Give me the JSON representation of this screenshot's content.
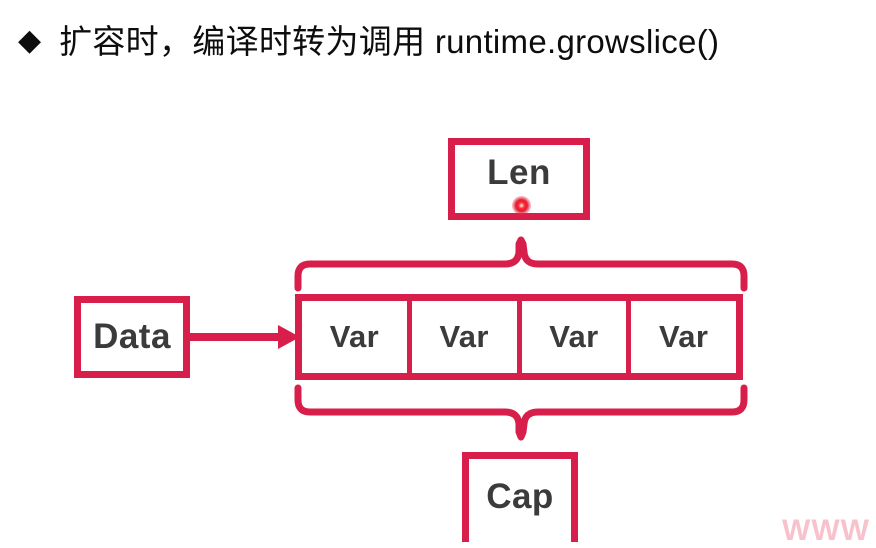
{
  "slide": {
    "background_color": "#ffffff",
    "accent_color": "#d81e4a",
    "text_color": "#3b3b3b"
  },
  "title": {
    "bullet": "◆",
    "text": "扩容时，编译时转为调用 runtime.growslice()"
  },
  "diagram": {
    "len_box": {
      "label": "Len"
    },
    "data_box": {
      "label": "Data"
    },
    "cap_box": {
      "label": "Cap"
    },
    "array_cells": [
      {
        "label": "Var"
      },
      {
        "label": "Var"
      },
      {
        "label": "Var"
      },
      {
        "label": "Var"
      }
    ],
    "pointer_arrow": {
      "name": "data-to-array-arrow"
    },
    "top_brace": {
      "name": "len-brace"
    },
    "bottom_brace": {
      "name": "cap-brace"
    }
  },
  "laser_pointer": {
    "color": "#ff2d2d"
  },
  "watermark": {
    "text": "WWW",
    "color": "#f6b8c4"
  }
}
